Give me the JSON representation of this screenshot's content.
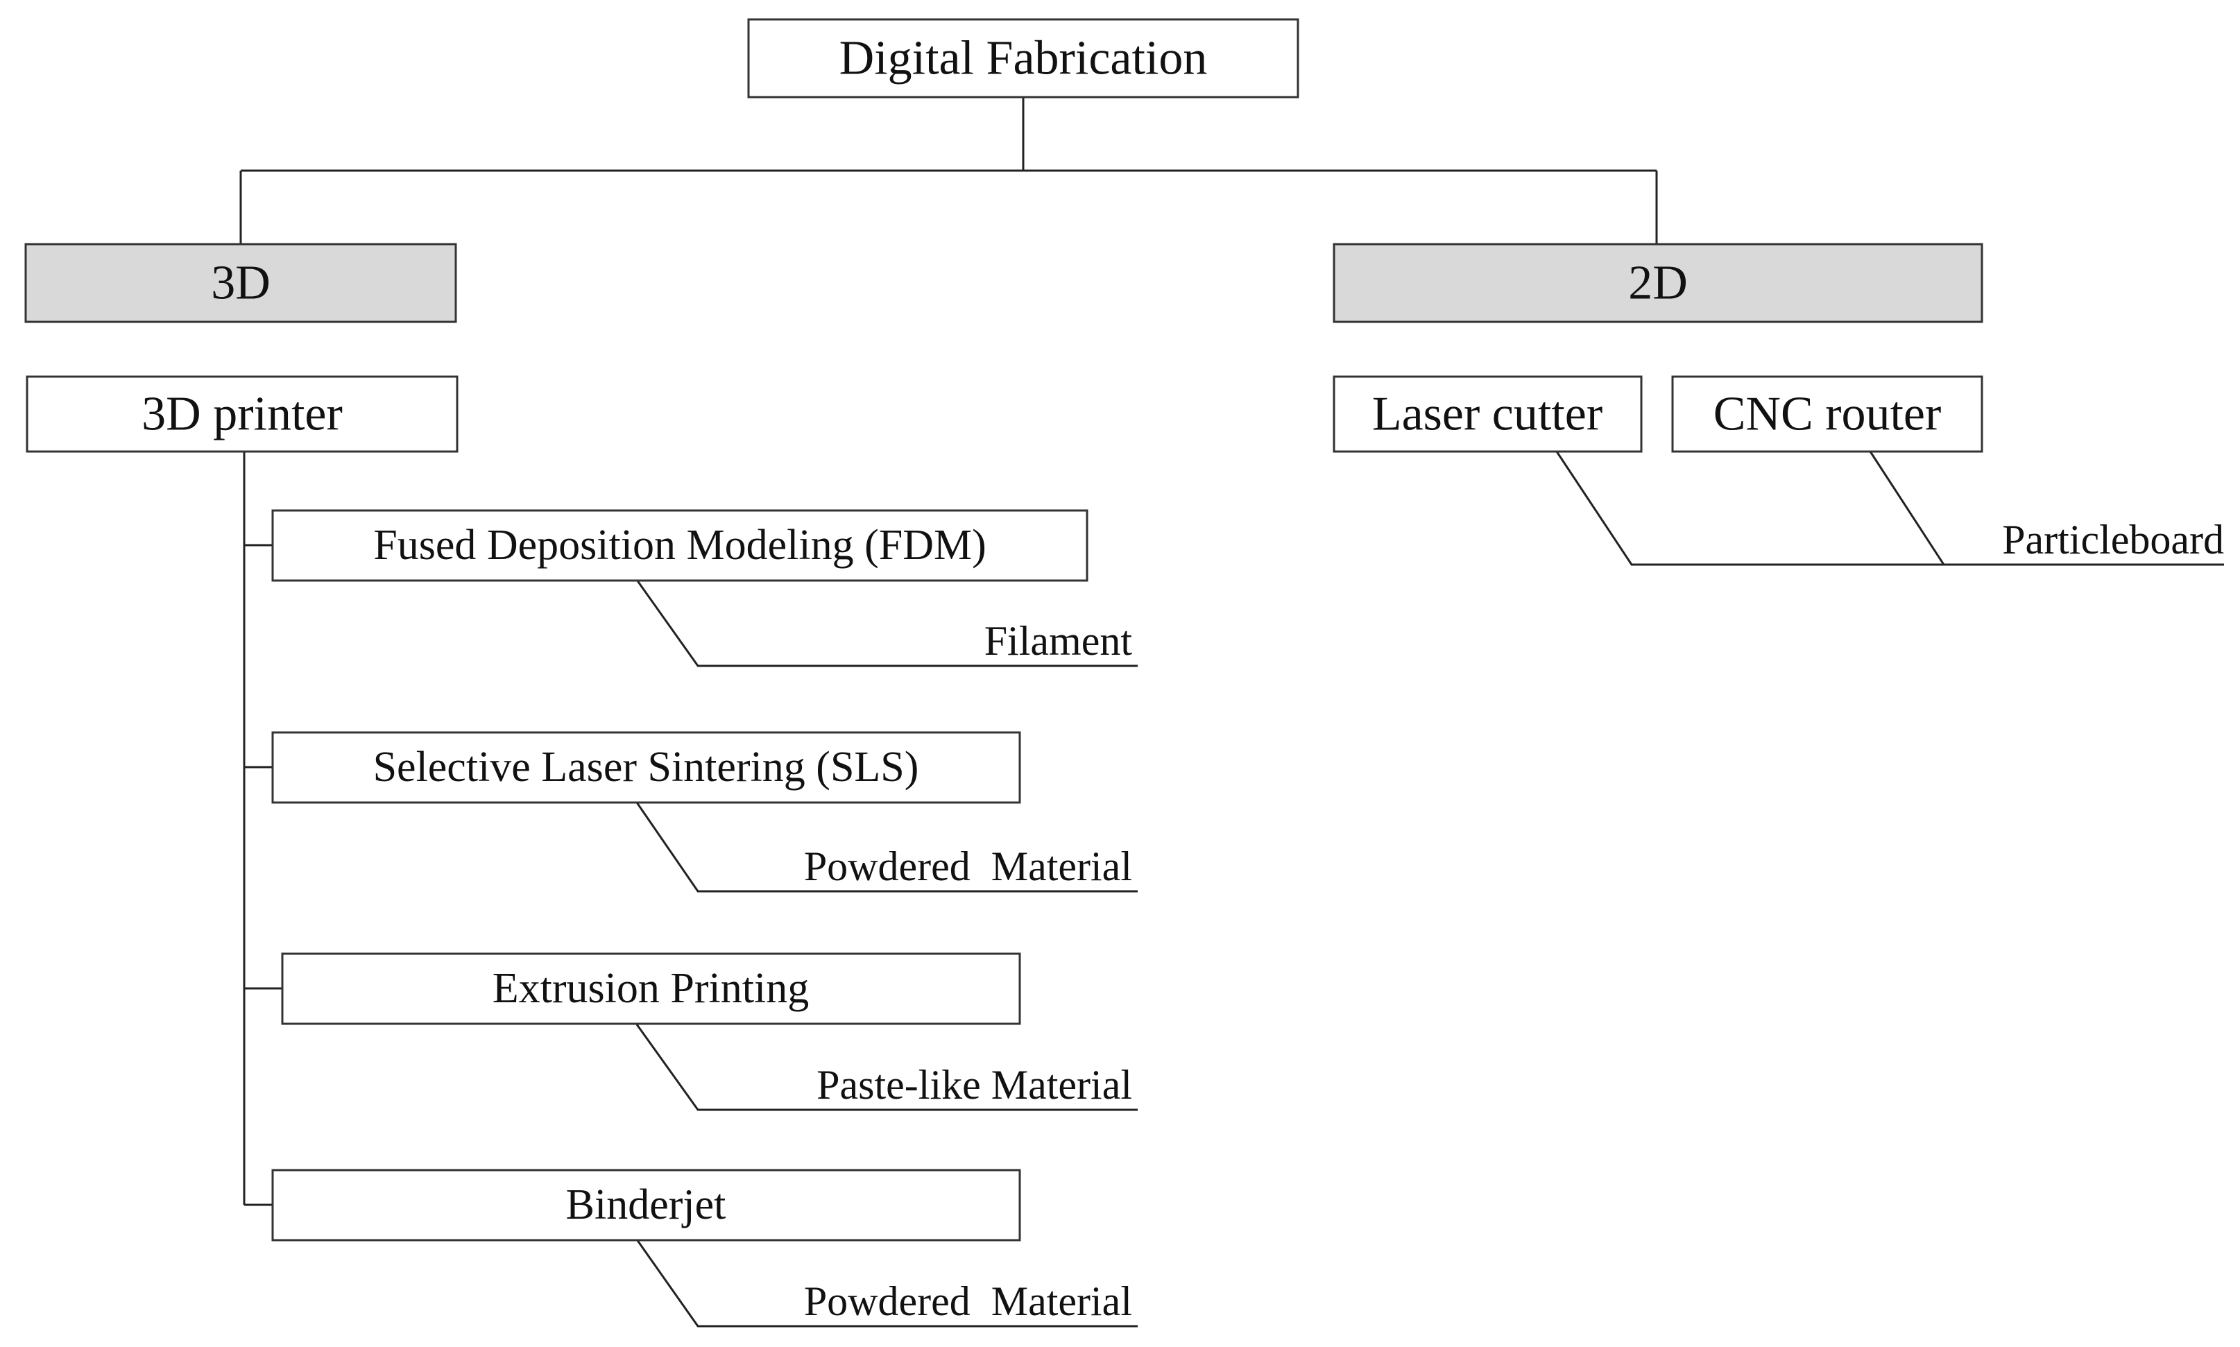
{
  "root": {
    "label": "Digital Fabrication"
  },
  "categories": [
    {
      "label": "3D"
    },
    {
      "label": "2D"
    }
  ],
  "machines_3d": [
    {
      "label": "3D printer"
    }
  ],
  "machines_2d": [
    {
      "label": "Laser cutter"
    },
    {
      "label": "CNC router"
    }
  ],
  "processes": [
    {
      "label": "Fused Deposition Modeling (FDM)",
      "material": "Filament"
    },
    {
      "label": "Selective Laser Sintering (SLS)",
      "material": "Powdered  Material"
    },
    {
      "label": "Extrusion Printing",
      "material": "Paste-like Material"
    },
    {
      "label": "Binderjet",
      "material": "Powdered  Material"
    }
  ],
  "material_2d": {
    "label": "Particleboard"
  },
  "colors": {
    "category_fill": "#d9d9d9",
    "stroke": "#333333"
  }
}
